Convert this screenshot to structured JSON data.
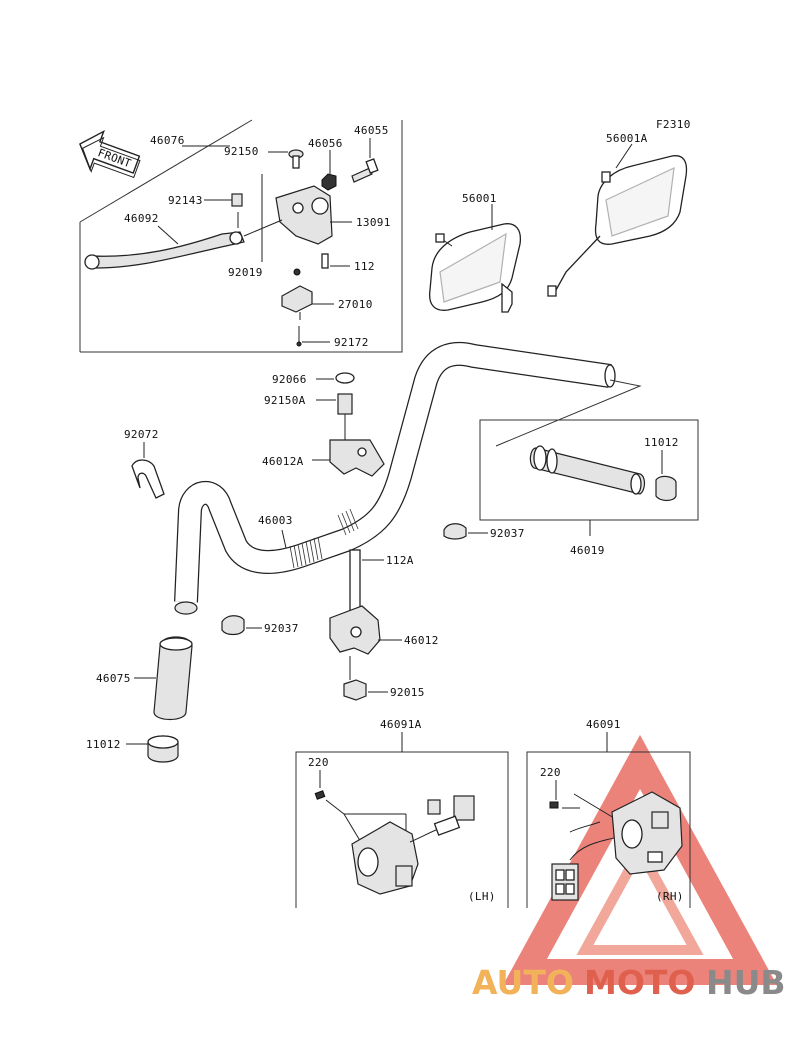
{
  "diagram": {
    "figure_code": "F2310",
    "front_label": "FRONT",
    "parts": {
      "p46076": "46076",
      "p92150": "92150",
      "p46056": "46056",
      "p46055": "46055",
      "p92143": "92143",
      "p46092": "46092",
      "p13091": "13091",
      "p92019": "92019",
      "p112": "112",
      "p27010": "27010",
      "p92172": "92172",
      "p56001": "56001",
      "p56001A": "56001A",
      "p92066": "92066",
      "p92150A": "92150A",
      "p92072": "92072",
      "p46012A": "46012A",
      "p11012_right": "11012",
      "p46003": "46003",
      "p92037_right": "92037",
      "p46019": "46019",
      "p112A": "112A",
      "p92037_left": "92037",
      "p46012": "46012",
      "p46075": "46075",
      "p92015": "92015",
      "p11012_left": "11012",
      "p46091A": "46091A",
      "p46091": "46091",
      "p220_lh": "220",
      "p220_rh": "220",
      "lh_tag": "(LH)",
      "rh_tag": "(RH)"
    },
    "watermark": {
      "part1": "AUTO",
      "part2": "MOTO",
      "part3": "HUB",
      "colors": {
        "auto": "#f2b25a",
        "moto": "#e0604e",
        "hub": "#8a8a8a",
        "triangle": "#e65a4f"
      }
    }
  }
}
